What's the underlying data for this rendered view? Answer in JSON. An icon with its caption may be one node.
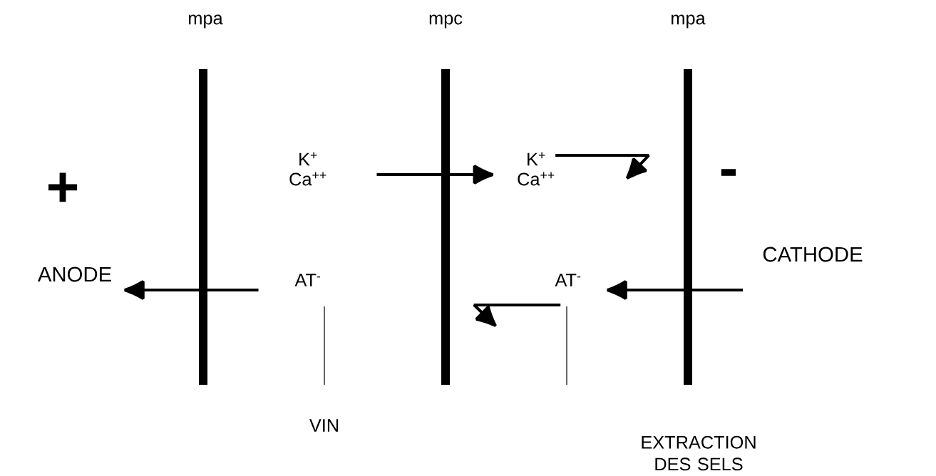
{
  "diagram": {
    "nodes": [
      {
        "text": [
          "ANODE"
        ]
      },
      {
        "text": [
          "K$^{+}$",
          "Ca$^{++}$"
        ]
      },
      {
        "text": [
          "AT$^{-}$"
        ]
      },
      {
        "text": [
          "K$^{+}$",
          "Ca$^{++}$"
        ]
      },
      {
        "text": [
          "AT$^{-}$"
        ]
      },
      {
        "text": [
          "CATHODE"
        ]
      }
    ],
    "edges": [
      {
        "from": 1,
        "to": 3,
        "arrow": "to"
      },
      {
        "from": 2,
        "to": 0,
        "arrow": "to"
      },
      {
        "from": 3,
        "to": null,
        "arrow": "to"
      },
      {
        "from": 4,
        "to": null,
        "arrow": "to"
      },
      {
        "from": null,
        "to": 4,
        "arrow": "to"
      }
    ],
    "labels": [
      "mpa",
      "mpc",
      "mpa",
      "+",
      "-",
      "VIN",
      "EXTRACTION DES SELS"
    ]
  }
}
